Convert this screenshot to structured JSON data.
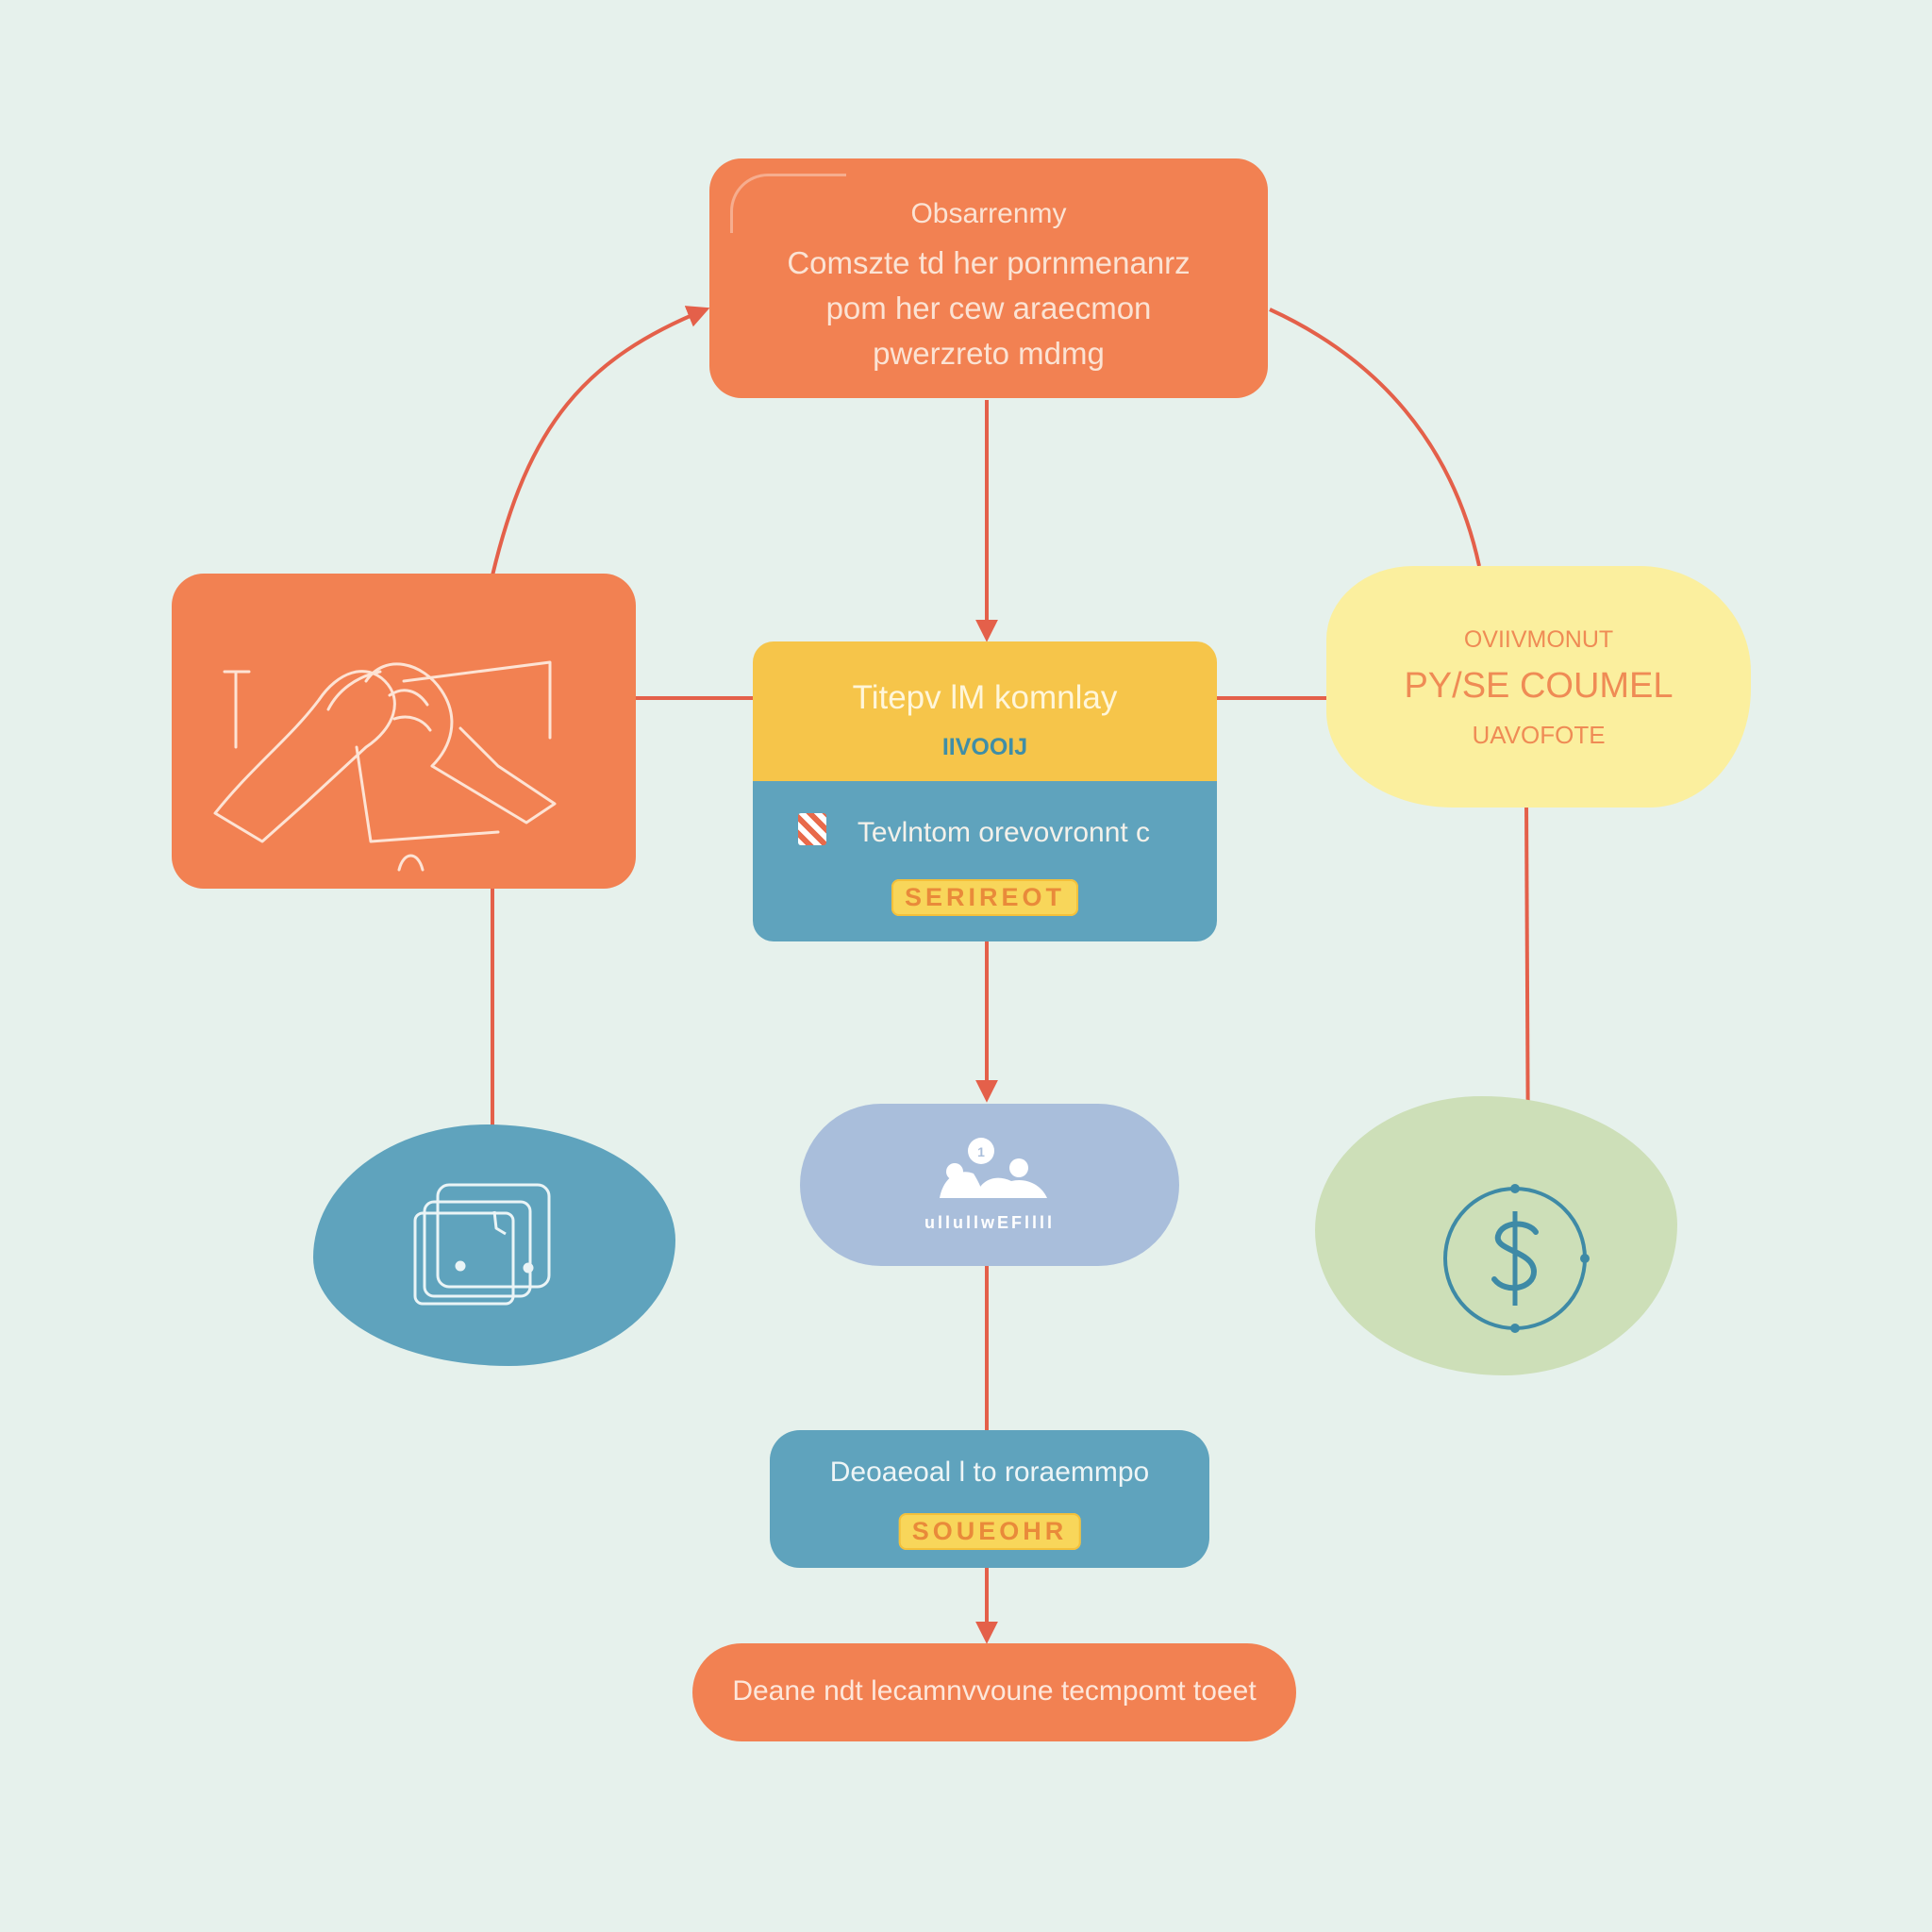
{
  "colors": {
    "background": "#e6f1ec",
    "orange": "#f28152",
    "yellow": "#f6c54a",
    "teal": "#5fa3bd",
    "pale_yellow": "#fbef9e",
    "lavender": "#a9bedb",
    "sage": "#cddfb8",
    "connector": "#e4604a"
  },
  "top_card": {
    "line1": "Obsarrenmy",
    "line2": "Comszte td her pornmenanrz",
    "line3": "pom her cew araecmon",
    "line4": "pwerzreto mdmg"
  },
  "left_card": {
    "icon": "clasped-hands-icon"
  },
  "center_card": {
    "title": "Titepv lM komnlay",
    "subtitle": "IIVOOIJ",
    "line": "Tevlntom orevovronnt c",
    "badge": "SERIREOT"
  },
  "right_card": {
    "line1": "OVIIVMONUT",
    "line2": "PY/SE COUMEL",
    "line3": "UAVOFOTE"
  },
  "blob_blue": {
    "icon": "tablet-stack-icon"
  },
  "blob_lavender": {
    "icon": "people-icon",
    "label": "ullullwEFllll"
  },
  "blob_green": {
    "icon": "dollar-circle-icon"
  },
  "pill_blue": {
    "text": "Deoaeoal l to roraemmpo",
    "badge": "SOUEOHR"
  },
  "pill_orange": {
    "text": "Deane ndt lecamnvvoune tecmpomt toeet"
  }
}
